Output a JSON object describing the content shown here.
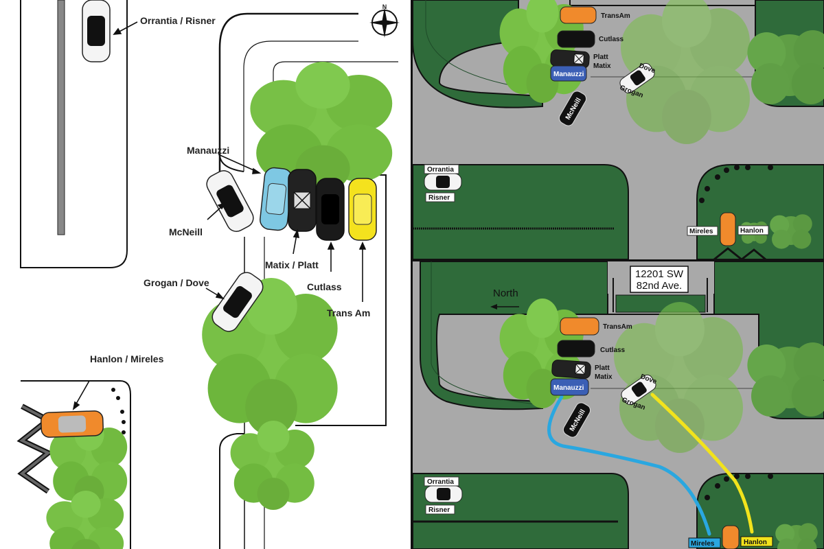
{
  "left_panel": {
    "labels": {
      "orrantia_risner": "Orrantia / Risner",
      "manauzzi": "Manauzzi",
      "mcneill": "McNeill",
      "matix_platt": "Matix / Platt",
      "cutlass": "Cutlass",
      "trans_am": "Trans Am",
      "grogan_dove": "Grogan / Dove",
      "hanlon_mireles": "Hanlon / Mireles"
    },
    "compass_letter": "N"
  },
  "top_right": {
    "labels": {
      "transam": "TransAm",
      "cutlass": "Cutlass",
      "platt": "Platt",
      "matix": "Matix",
      "manauzzi": "Manauzzi",
      "mcneill": "McNeill",
      "dove": "Dove",
      "grogan": "Grogan",
      "orrantia": "Orrantia",
      "risner": "Risner",
      "mireles": "Mireles",
      "hanlon": "Hanlon"
    }
  },
  "bottom_right": {
    "address_line1": "12201 SW",
    "address_line2": "82nd Ave.",
    "north_label": "North",
    "labels": {
      "transam": "TransAm",
      "cutlass": "Cutlass",
      "platt": "Platt",
      "matix": "Matix",
      "manauzzi": "Manauzzi",
      "mcneill": "McNeill",
      "dove": "Dove",
      "grogan": "Grogan",
      "orrantia": "Orrantia",
      "risner": "Risner",
      "mireles": "Mireles",
      "hanlon": "Hanlon"
    }
  },
  "colors": {
    "grass": "#2f6b3a",
    "road": "#a9a9a9",
    "tree_green": "#6dbb3c",
    "orange_car": "#f08a2c",
    "teal_car": "#7ec8e3",
    "yellow_car": "#f4e21e",
    "blue_path": "#2aa7e0",
    "yellow_path": "#f2e31c",
    "manauzzi_blue": "#3b5fb5"
  }
}
